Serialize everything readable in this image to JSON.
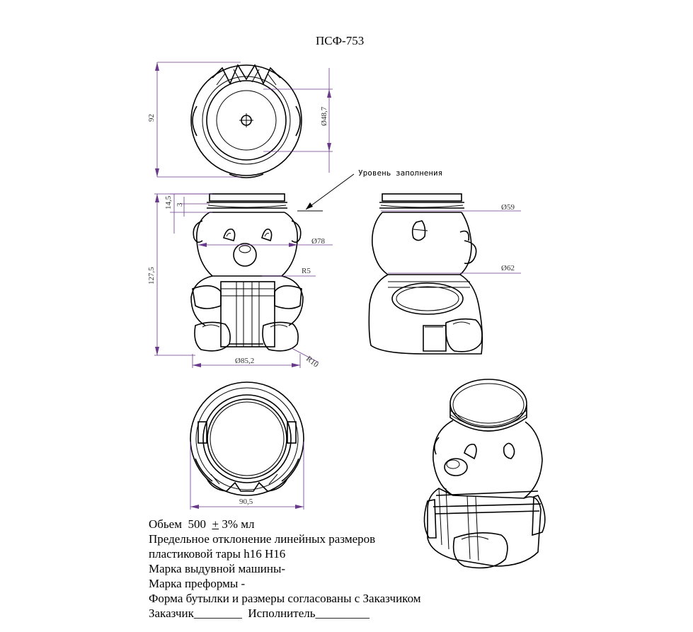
{
  "title": "ПСФ-753",
  "top_view": {
    "dim_height": "92",
    "dim_diameter": "Ø48,7"
  },
  "front_view": {
    "dim_14_5": "14,5",
    "dim_3": "3",
    "dim_127_5": "127,5",
    "dim_d78": "Ø78",
    "dim_r5": "R5",
    "dim_d85_2": "Ø85,2",
    "dim_r10": "R10"
  },
  "fill_level_label": "Уровень заполнения",
  "side_view": {
    "dim_d59": "Ø59",
    "dim_d62": "Ø62"
  },
  "bottom_view": {
    "dim_width": "90,5"
  },
  "notes": {
    "volume_prefix": "Обьем  500  ",
    "volume_pm": "+",
    "volume_suffix": " 3% мл",
    "line2": "Предельное отклонение линейных размеров",
    "line3": "пластиковой тары h16 H16",
    "line4": "Марка выдувной машины-",
    "line5": "Марка преформы -",
    "line6": "Форма бутылки и размеры согласованы с Заказчиком",
    "line7": "Заказчик________  Исполнитель_________"
  }
}
